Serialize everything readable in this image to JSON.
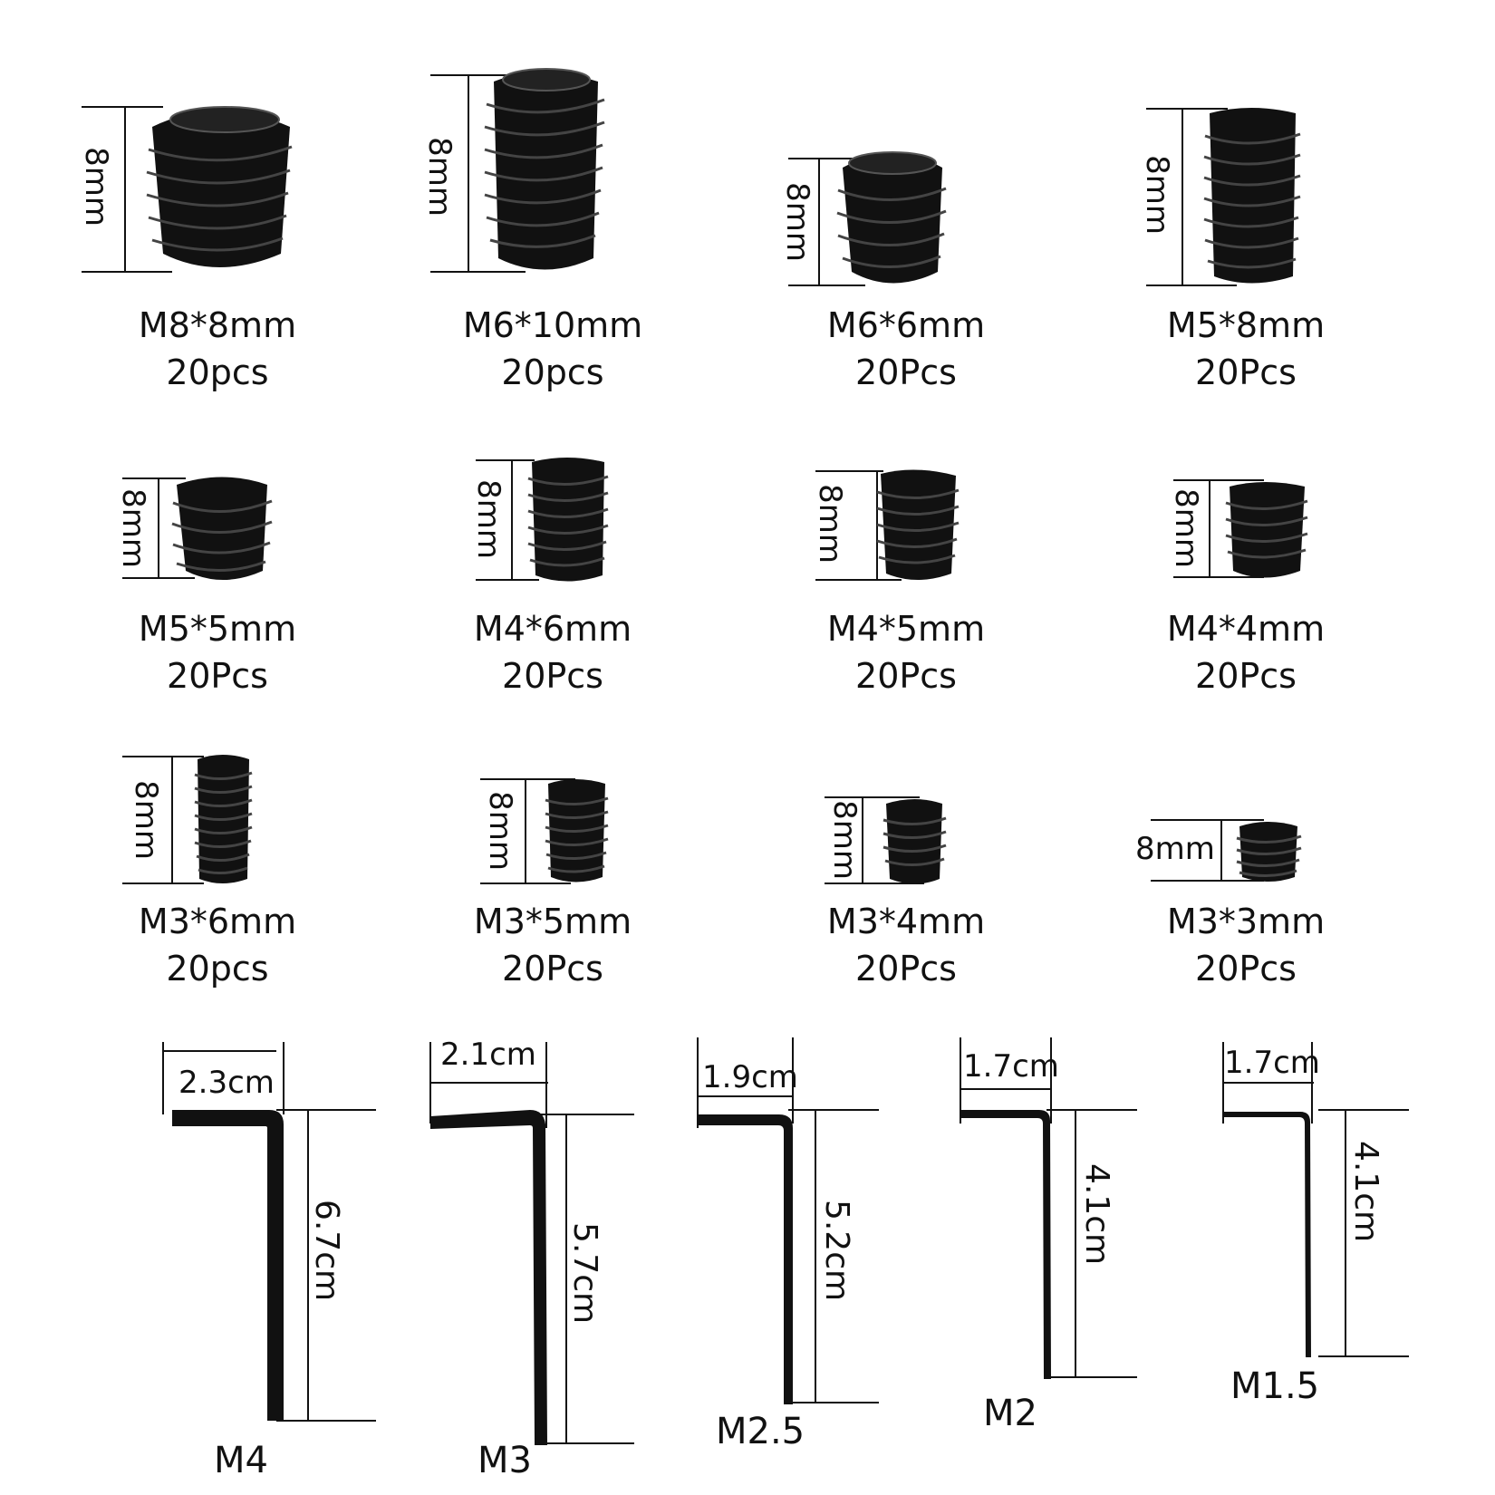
{
  "screws": [
    {
      "thread": "M8*8mm",
      "qty": "20pcs",
      "height_label": "8mm"
    },
    {
      "thread": "M6*10mm",
      "qty": "20pcs",
      "height_label": "8mm"
    },
    {
      "thread": "M6*6mm",
      "qty": "20Pcs",
      "height_label": "8mm"
    },
    {
      "thread": "M5*8mm",
      "qty": "20Pcs",
      "height_label": "8mm"
    },
    {
      "thread": "M5*5mm",
      "qty": "20Pcs",
      "height_label": "8mm"
    },
    {
      "thread": "M4*6mm",
      "qty": "20Pcs",
      "height_label": "8mm"
    },
    {
      "thread": "M4*5mm",
      "qty": "20Pcs",
      "height_label": "8mm"
    },
    {
      "thread": "M4*4mm",
      "qty": "20Pcs",
      "height_label": "8mm"
    },
    {
      "thread": "M3*6mm",
      "qty": "20pcs",
      "height_label": "8mm"
    },
    {
      "thread": "M3*5mm",
      "qty": "20Pcs",
      "height_label": "8mm"
    },
    {
      "thread": "M3*4mm",
      "qty": "20Pcs",
      "height_label": "8mm"
    },
    {
      "thread": "M3*3mm",
      "qty": "20Pcs",
      "height_label": "8mm"
    }
  ],
  "keys": [
    {
      "size": "M4",
      "width_label": "2.3cm",
      "length_label": "6.7cm"
    },
    {
      "size": "M3",
      "width_label": "2.1cm",
      "length_label": "5.7cm"
    },
    {
      "size": "M2.5",
      "width_label": "1.9cm",
      "length_label": "5.2cm"
    },
    {
      "size": "M2",
      "width_label": "1.7cm",
      "length_label": "4.1cm"
    },
    {
      "size": "M1.5",
      "width_label": "1.7cm",
      "length_label": "4.1cm"
    }
  ]
}
